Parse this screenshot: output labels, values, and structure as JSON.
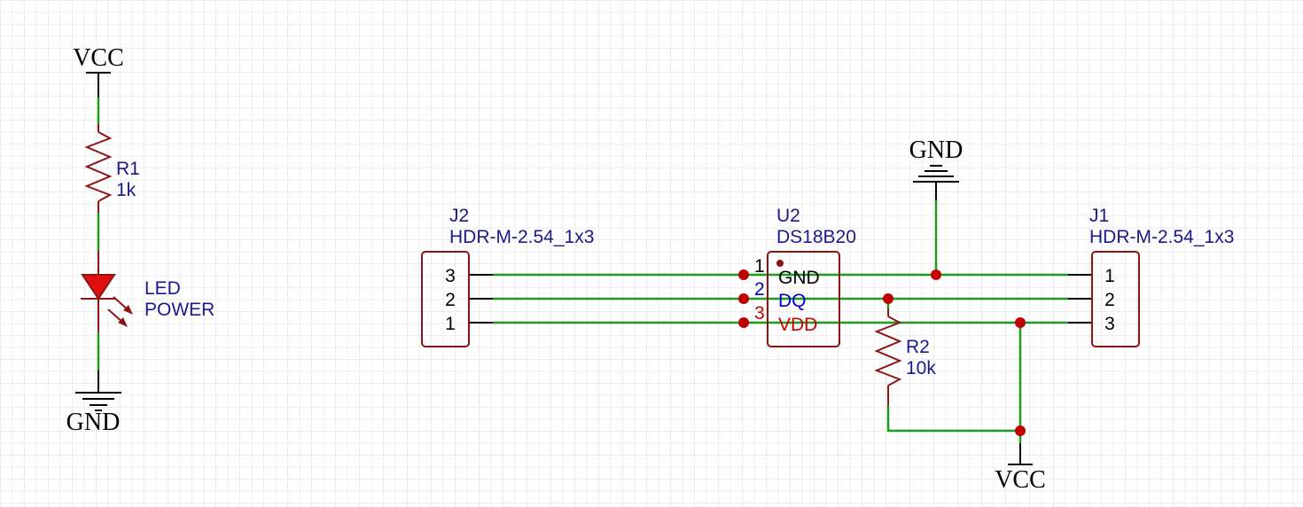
{
  "colors": {
    "wire": "#1f9a1f",
    "component": "#8b1414",
    "junction": "#c00000",
    "label": "#1a1a8c",
    "pin_gnd": "#000000",
    "pin_dq": "#0000cc",
    "pin_vdd": "#cc0000"
  },
  "power_left": {
    "vcc": "VCC",
    "gnd": "GND",
    "r1": {
      "designator": "R1",
      "value": "1k"
    },
    "led": {
      "designator": "LED",
      "value": "POWER"
    }
  },
  "j2": {
    "designator": "J2",
    "part": "HDR-M-2.54_1x3",
    "pins": [
      "3",
      "2",
      "1"
    ]
  },
  "u2": {
    "designator": "U2",
    "part": "DS18B20",
    "pin_numbers": [
      "1",
      "2",
      "3"
    ],
    "pin_names": [
      "GND",
      "DQ",
      "VDD"
    ]
  },
  "j1": {
    "designator": "J1",
    "part": "HDR-M-2.54_1x3",
    "pins": [
      "1",
      "2",
      "3"
    ]
  },
  "r2": {
    "designator": "R2",
    "value": "10k"
  },
  "net_labels": {
    "gnd_top": "GND",
    "vcc_bottom": "VCC"
  }
}
